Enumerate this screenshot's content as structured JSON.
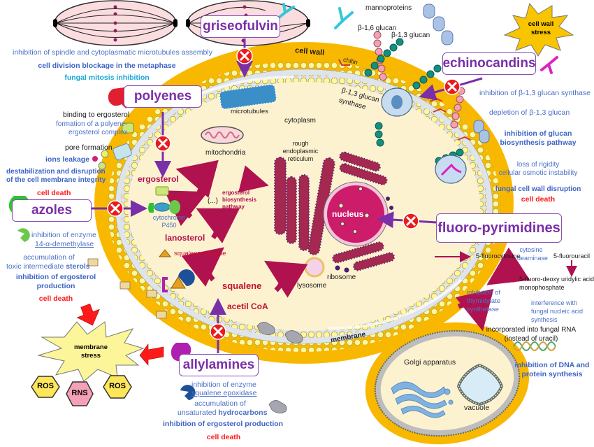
{
  "drugs": {
    "griseofulvin": "griseofulvin",
    "polyenes": "polyenes",
    "azoles": "azoles",
    "allylamines": "allylamines",
    "echinocandins": "echinocandins",
    "fluoropyrimidines": "fluoro-pyrimidines"
  },
  "griseofulvin_effects": {
    "line1": "inhibition of spindle and cytoplasmatic microtubules assembly",
    "line2": "cell division blockage in the metaphase",
    "line3": "fungal mitosis inhibition"
  },
  "polyenes_effects": {
    "binding": "binding to ergosterol",
    "complex1": "formation of a polyene-",
    "complex2": "ergosterol complex",
    "pore": "pore formation",
    "ions": "ions leakage",
    "destab1": "destabilization and disruption",
    "destab2": "of the cell membrane integrity",
    "death": "cell death"
  },
  "azoles_effects": {
    "inhib1": "inhibition of enzyme",
    "inhib2": "14-α-demethylase",
    "accum1": "accumulation of",
    "accum2a": "toxic intermediate ",
    "accum2b": "sterols",
    "erg1": "inhibition of ergosterol",
    "erg2": "production",
    "death": "cell death"
  },
  "allylamines_effects": {
    "inhib1": "inhibition of enzyme",
    "inhib2": "squalene epoxidase",
    "accum1": "accumulation of",
    "accum2a": "unsaturated ",
    "accum2b": "hydrocarbons",
    "erg": "inhibition of ergosterol production",
    "death": "cell death"
  },
  "echinocandins_effects": {
    "inhib": "inhibition of β-1,3 glucan synthase",
    "deplete": "depletion of β-1,3 glucan",
    "path1": "inhibition of glucan",
    "path2": "biosynthesis pathway",
    "rigid1": "loss of rigidity",
    "rigid2": "cellular osmotic instability",
    "disrupt": "fungal cell wall disruption",
    "death": "cell death"
  },
  "fluoro_effects": {
    "fc": "5-fluorocytosine",
    "enzyme1": "cytosine",
    "enzyme2": "deaminase",
    "fu": "5-fluorouracil",
    "fdump1": "5-fluoro-deoxy uridylic acid",
    "fdump2": "monophosphate",
    "thym1": "inhibition of",
    "thym2": "thymidylate",
    "thym3": "synthetase",
    "interf1": "interference with",
    "interf2": "fungal nucleic acid",
    "interf3": "synthesis",
    "rna1": "incorporated into fungal RNA",
    "rna2": "(instead of uracil)",
    "dna1": "inhibition of DNA and",
    "dna2": "protein synthesis"
  },
  "cell_labels": {
    "cell_wall": "cell wall",
    "chitin": "chitin",
    "b16": "β-1,6 glucan",
    "b13": "β-1,3 glucan",
    "mannoproteins": "mannoproteins",
    "synthase1": "β-1,3 glucan",
    "synthase2": "synthase",
    "microtubules": "microtubules",
    "cytoplasm": "cytoplasm",
    "mitochondria": "mitochondria",
    "rer1": "rough",
    "rer2": "endoplasmic",
    "rer3": "reticulum",
    "nucleus": "nucleus",
    "lysosome": "lysosome",
    "ribosome": "ribosome",
    "membrane": "membrane",
    "golgi": "Golgi apparatus",
    "vacuole": "vacuole"
  },
  "pathway": {
    "ergosterol": "ergosterol",
    "cyp1": "cytochrome",
    "cyp2": "P450",
    "ellipsis": "(...)",
    "biosyn1": "ergosterol",
    "biosyn2": "biosynthesis",
    "biosyn3": "pathway",
    "lanosterol": "lanosterol",
    "epoxide": "squalene epoxide",
    "squalene": "squalene",
    "acetyl": "acetil CoA"
  },
  "stress": {
    "cell_wall1": "cell wall",
    "cell_wall2": "stress",
    "membrane1": "membrane",
    "membrane2": "stress",
    "ros1": "ROS",
    "rns": "RNS",
    "ros2": "ROS"
  },
  "colors": {
    "drug_purple": "#7a2fa8",
    "cell_wall": "#f9b800",
    "cytoplasm": "#fdf2d0",
    "effect_blue": "#4a6fc7",
    "death_red": "#ff1a1a",
    "pathway_magenta": "#b0124f"
  }
}
